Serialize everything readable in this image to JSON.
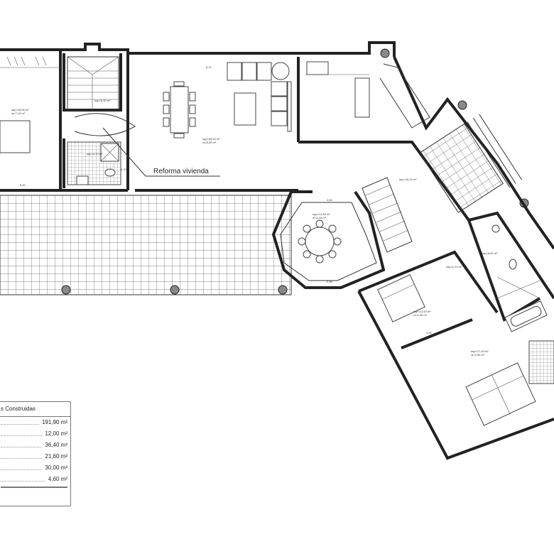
{
  "plan": {
    "annotation": "Reforma vivienda",
    "rooms": [
      {
        "id": "bedroom-left",
        "area": "sup=18,90 m²",
        "volume": "vt=7,10 m²"
      },
      {
        "id": "hall",
        "area": "sup=6,10 m²"
      },
      {
        "id": "bathroom-left",
        "area": "sup=4,10 m²"
      },
      {
        "id": "living",
        "area": "sup=54,50 m²",
        "volume": "vt=8,20 m²"
      },
      {
        "id": "dining-oct",
        "area": "sup=12,80 m²",
        "volume": "vt=5,20 m²"
      },
      {
        "id": "corridor",
        "area": "sup=16,10 m²"
      },
      {
        "id": "passage",
        "area": "sup=2,70 m²"
      },
      {
        "id": "bathroom-right",
        "area": "sup=6,90 m²"
      },
      {
        "id": "bedroom-2",
        "area": "sup=14,10 m²",
        "volume": "vt=2,90 m²"
      },
      {
        "id": "bedroom-main",
        "area": "sup=17,40 m²",
        "volume": "vt=2,90 m²"
      }
    ],
    "dimensions": [
      "5,20",
      "6,70",
      "4,70",
      "2,80",
      "2,90",
      "3,00"
    ]
  },
  "legend": {
    "title": "s Construidas",
    "rows": [
      "191,90 m²",
      "12,00 m²",
      "36,40 m²",
      "21,60 m²",
      "30,00 m²",
      "4,60 m²"
    ]
  }
}
